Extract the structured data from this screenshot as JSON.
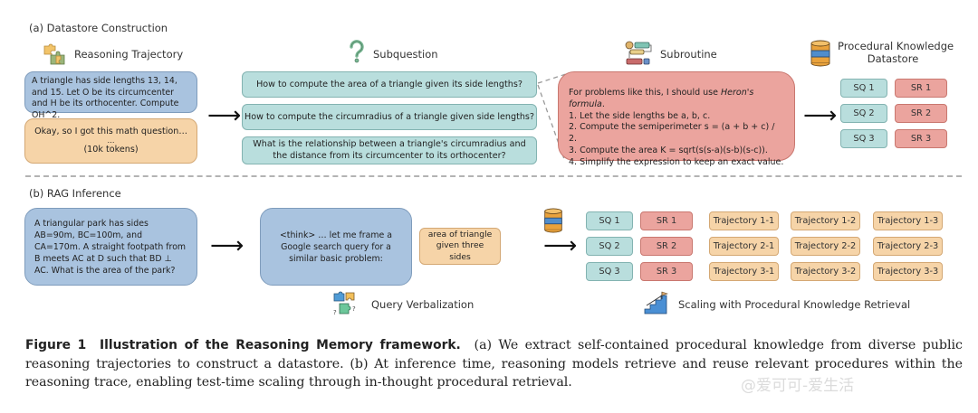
{
  "section_a": {
    "label": "(a) Datastore Construction",
    "reasoning_trajectory": {
      "header": "Reasoning Trajectory",
      "icon": "puzzle-pieces-icon",
      "question": "A triangle has side lengths 13, 14, and 15. Let O be its circumcenter and H be its orthocenter. Compute OH^2.",
      "response_line1": "Okay, so I got this math question…",
      "response_line2": "…",
      "response_line3": "(10k tokens)"
    },
    "subquestion": {
      "header": "Subquestion",
      "icon": "question-mark-icon",
      "items": [
        "How to compute the area of a triangle given its side lengths?",
        "How to compute the circumradius of a triangle given side lengths?",
        "What is the relationship between a triangle's circumradius and the distance from its circumcenter to its orthocenter?"
      ]
    },
    "subroutine": {
      "header": "Subroutine",
      "icon": "flowchart-gear-icon",
      "intro_prefix": "For problems like this, I should use ",
      "intro_em": "Heron's formula",
      "intro_suffix": ".",
      "steps": [
        "1. Let the side lengths be a, b, c.",
        "2. Compute the semiperimeter s = (a + b + c) / 2.",
        "3. Compute the area K = sqrt(s(s-a)(s-b)(s-c)).",
        "4. Simplify the expression to keep an exact value."
      ]
    },
    "datastore": {
      "header_line1": "Procedural Knowledge",
      "header_line2": "Datastore",
      "icon": "database-icon",
      "sq": [
        "SQ 1",
        "SQ 2",
        "SQ 3"
      ],
      "sr": [
        "SR 1",
        "SR 2",
        "SR 3"
      ]
    }
  },
  "section_b": {
    "label": "(b) RAG Inference",
    "question": "A triangular park has sides AB=90m, BC=100m,  and CA=170m. A straight footpath from B meets AC at D such that BD ⊥ AC. What is the area of the park?",
    "think": "<think> … let me frame a Google search query for a similar basic problem:",
    "query": "area of triangle given three sides",
    "query_verbalization": {
      "label": "Query Verbalization",
      "icon": "puzzle-question-icon"
    },
    "retrieval_icon": "database-icon",
    "sq": [
      "SQ 1",
      "SQ 2",
      "SQ 3"
    ],
    "sr": [
      "SR 1",
      "SR 2",
      "SR 3"
    ],
    "trajectories": [
      [
        "Trajectory 1-1",
        "Trajectory 1-2",
        "Trajectory 1-3"
      ],
      [
        "Trajectory 2-1",
        "Trajectory 2-2",
        "Trajectory 2-3"
      ],
      [
        "Trajectory 3-1",
        "Trajectory 3-2",
        "Trajectory 3-3"
      ]
    ],
    "scaling": {
      "label": "Scaling with Procedural Knowledge Retrieval",
      "icon": "stairs-flag-icon"
    }
  },
  "arrow_glyph": "⟶",
  "caption": {
    "figure_label": "Figure 1",
    "title": "Illustration of the Reasoning Memory framework.",
    "body": "(a) We extract self-contained procedural knowledge from diverse public reasoning trajectories to construct a datastore. (b) At inference time, reasoning models retrieve and reuse relevant procedures within the reasoning trace, enabling test-time scaling through in-thought procedural retrieval."
  },
  "watermark": "@爱可可-爱生活",
  "colors": {
    "blue": "#a9c3df",
    "orange": "#f6d4a8",
    "teal": "#b9dedd",
    "red": "#eba49e"
  }
}
